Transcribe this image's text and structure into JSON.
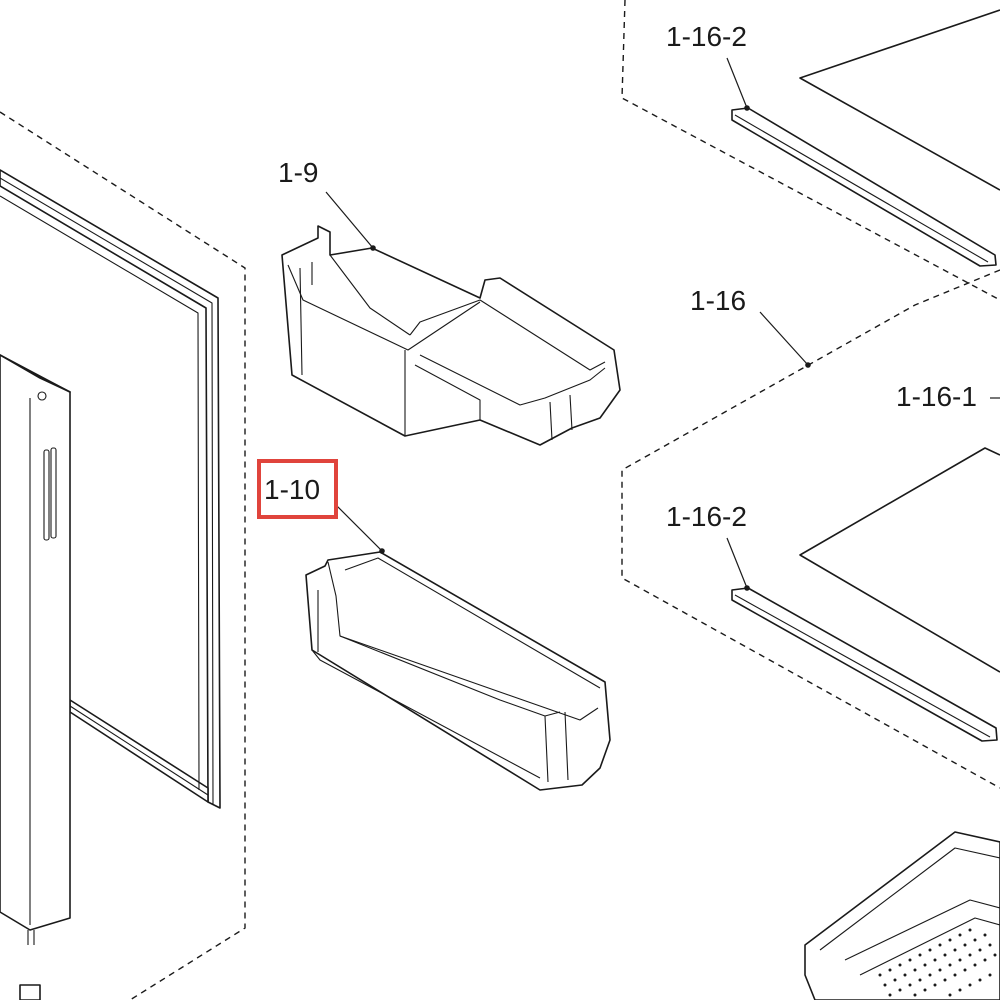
{
  "callouts": {
    "part_1_16_2_top": "1-16-2",
    "part_1_9": "1-9",
    "part_1_16": "1-16",
    "part_1_16_1": "1-16-1",
    "part_1_10": "1-10",
    "part_1_16_2_bottom": "1-16-2"
  },
  "highlighted_callout": "1-10",
  "colors": {
    "line": "#1a1a1a",
    "highlight": "#e0443c",
    "background": "#ffffff"
  }
}
